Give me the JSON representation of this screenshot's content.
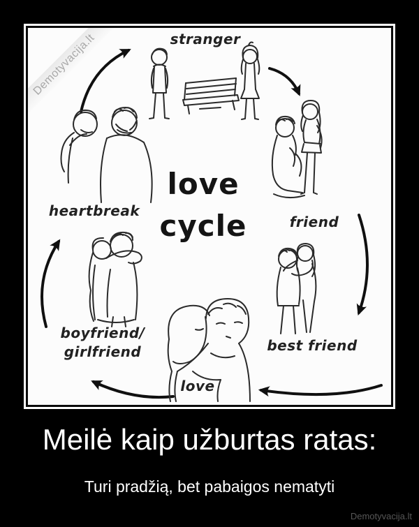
{
  "poster": {
    "title": "Meilė kaip užburtas ratas:",
    "subtitle": "Turi pradžią, bet pabaigos nematyti",
    "site_watermark": "Demotyvacija.lt",
    "diagonal_watermark": "Demotyvacija.lt"
  },
  "diagram": {
    "title_line1": "love",
    "title_line2": "cycle",
    "stages": [
      {
        "id": "stranger",
        "label": "stranger"
      },
      {
        "id": "friend",
        "label": "friend"
      },
      {
        "id": "best-friend",
        "label": "best friend"
      },
      {
        "id": "love",
        "label": "love"
      },
      {
        "id": "boyfriend-girlfriend",
        "label_line1": "boyfriend/",
        "label_line2": "girlfriend"
      },
      {
        "id": "heartbreak",
        "label": "heartbreak"
      }
    ],
    "arrows": [
      {
        "from": "stranger",
        "to": "friend"
      },
      {
        "from": "friend",
        "to": "best friend"
      },
      {
        "from": "best friend",
        "to": "love"
      },
      {
        "from": "love",
        "to": "boyfriend/girlfriend"
      },
      {
        "from": "boyfriend/girlfriend",
        "to": "heartbreak"
      },
      {
        "from": "heartbreak",
        "to": "stranger"
      }
    ]
  },
  "colors": {
    "background": "#000000",
    "frame_border": "#ffffff",
    "ink": "#2a2a2a",
    "caption_text": "#ffffff",
    "watermark_gray": "#a8a8a8"
  }
}
